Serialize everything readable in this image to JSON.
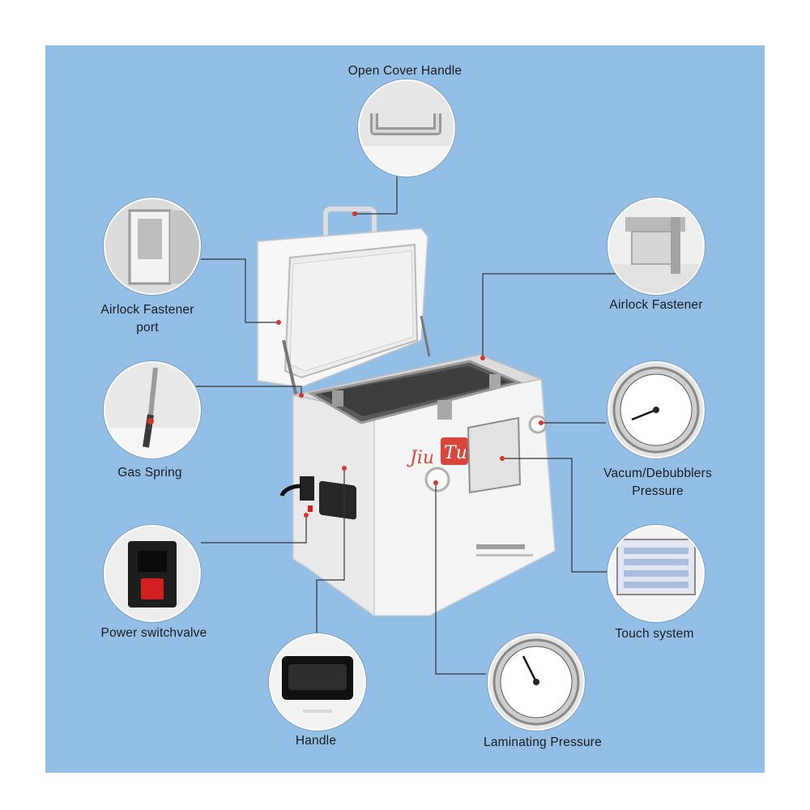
{
  "labels": {
    "open_cover_handle": "Open Cover Handle",
    "airlock_fastener_port_line1": "Airlock Fastener",
    "airlock_fastener_port_line2": "port",
    "airlock_fastener": "Airlock Fastener",
    "gas_spring": "Gas Spring",
    "vacuum_line1": "Vacum/Debubblers",
    "vacuum_line2": "Pressure",
    "power_switch": "Power switchvalve",
    "touch_system": "Touch system",
    "handle": "Handle",
    "laminating_pressure": "Laminating Pressure"
  },
  "brand": {
    "part1": "Jiu",
    "part2": "Tu"
  },
  "colors": {
    "background_panel": "#93bfe6",
    "machine_body": "#f4f4f4",
    "leader_line": "#333333",
    "brand_red": "#d8453a",
    "switch_red": "#d21f1f"
  },
  "icons": {
    "cover_handle_detail": "metal-handle-icon",
    "port_detail": "airlock-port-icon",
    "fastener_detail": "airlock-fastener-icon",
    "gas_spring_detail": "gas-spring-icon",
    "vacuum_gauge_detail": "compound-gauge-icon",
    "power_detail": "power-socket-switch-icon",
    "touch_detail": "touch-screen-icon",
    "handle_detail": "side-handle-icon",
    "pressure_gauge_detail": "pressure-gauge-icon"
  }
}
